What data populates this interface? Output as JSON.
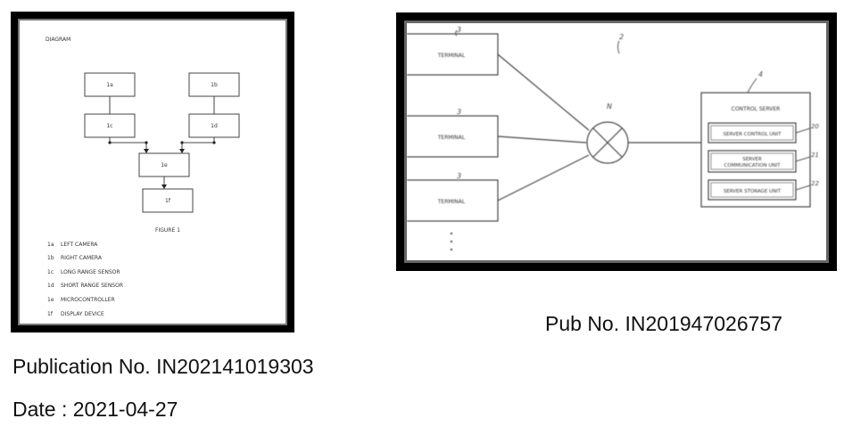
{
  "left_figure": {
    "header": "DIAGRAM",
    "boxes": [
      "1a",
      "1b",
      "1c",
      "1d",
      "1e",
      "1f"
    ],
    "figure_label": "FIGURE 1",
    "legend": [
      {
        "code": "1a",
        "text": "LEFT CAMERA"
      },
      {
        "code": "1b",
        "text": "RIGHT CAMERA"
      },
      {
        "code": "1c",
        "text": "LONG RANGE SENSOR"
      },
      {
        "code": "1d",
        "text": "SHORT RANGE SENSOR"
      },
      {
        "code": "1e",
        "text": "MICROCONTROLLER"
      },
      {
        "code": "1f",
        "text": "DISPLAY DEVICE"
      }
    ]
  },
  "right_figure": {
    "figure_ref": "2",
    "terminals": [
      {
        "ref": "3",
        "label": "TERMINAL"
      },
      {
        "ref": "3",
        "label": "TERMINAL"
      },
      {
        "ref": "3",
        "label": "TERMINAL"
      }
    ],
    "network_ref": "N",
    "server": {
      "ref": "4",
      "title": "CONTROL SERVER",
      "units": [
        {
          "label": "SERVER CONTROL UNIT",
          "ref": "20"
        },
        {
          "label_line1": "SERVER",
          "label_line2": "COMMUNICATION UNIT",
          "ref": "21"
        },
        {
          "label": "SERVER STORAGE UNIT",
          "ref": "22"
        }
      ]
    }
  },
  "captions": {
    "right_pub": "Pub No. IN201947026757",
    "left_pub": "Publication No. IN202141019303",
    "date": "Date : 2021-04-27"
  }
}
